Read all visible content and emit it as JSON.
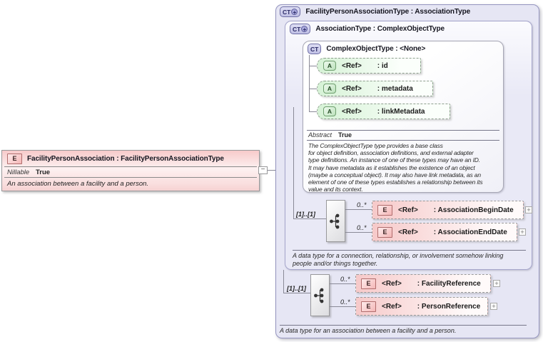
{
  "icons": {
    "element_letter": "E",
    "attribute_letter": "A",
    "complex_type_letters": "CT",
    "plus": "+",
    "expand": "+",
    "collapse": "−"
  },
  "colors": {
    "container_fill": "#e6e6f4",
    "container_border": "#9595c0",
    "element_pink": "#f6c9c9",
    "attribute_green": "#d6f2d6"
  },
  "element": {
    "title": "FacilityPersonAssociation : FacilityPersonAssociationType",
    "fact_label": "Nillable",
    "fact_value": "True",
    "annotation": "An association between a facility and a person."
  },
  "outer": {
    "title": "FacilityPersonAssociationType : AssociationType",
    "annotation": "A data type for an association between a facility and a person.",
    "content": {
      "cardinality": "[1]..[1]",
      "elements": [
        {
          "occurs": "0..*",
          "ref": "<Ref>",
          "name": ": FacilityReference"
        },
        {
          "occurs": "0..*",
          "ref": "<Ref>",
          "name": ": PersonReference"
        }
      ]
    }
  },
  "association_type": {
    "title": "AssociationType : ComplexObjectType",
    "annotation_lines": [
      "A data type for a connection, relationship, or involvement somehow linking",
      "people and/or things together."
    ],
    "content": {
      "cardinality": "[1]..[1]",
      "elements": [
        {
          "occurs": "0..*",
          "ref": "<Ref>",
          "name": ": AssociationBeginDate"
        },
        {
          "occurs": "0..*",
          "ref": "<Ref>",
          "name": ": AssociationEndDate"
        }
      ]
    }
  },
  "complex_object_type": {
    "title": "ComplexObjectType : <None>",
    "attributes": [
      {
        "ref": "<Ref>",
        "name": ": id"
      },
      {
        "ref": "<Ref>",
        "name": ": metadata"
      },
      {
        "ref": "<Ref>",
        "name": ": linkMetadata"
      }
    ],
    "fact_label": "Abstract",
    "fact_value": "True",
    "annotation_lines": [
      "The ComplexObjectType type provides a base class",
      "for object definition, association definitions, and external adapter",
      "type definitions. An instance of one of these types may have an ID.",
      "It may have metadata as it establishes the existence of an object",
      "(maybe a conceptual object). It may also have link metadata, as an",
      "element of one of these types establishes a relationship between its",
      "value and its context."
    ]
  }
}
